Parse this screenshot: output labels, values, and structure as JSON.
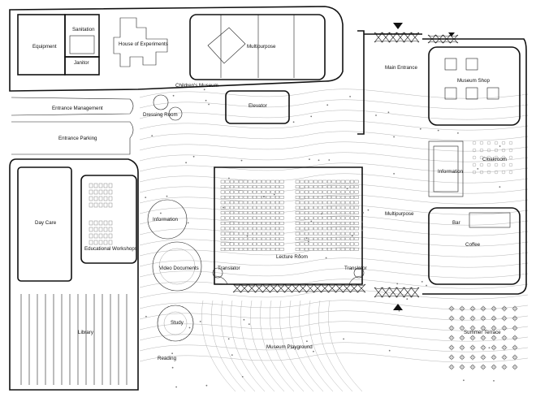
{
  "plan": {
    "rooms": {
      "equipment": "Equipment",
      "sanitation": "Sanitation",
      "janitor": "Janitor",
      "house_of_experiments": "House of Experiments",
      "multipurpose_top": "Multipurpose",
      "childrens_museum": "Children's Museum",
      "elevator": "Elevator",
      "dressing_room": "Dressing Room",
      "entrance_management": "Entrance Management",
      "entrance_parking": "Entrance Parking",
      "main_entrance": "Main Entrance",
      "museum_shop": "Museum Shop",
      "cloakroom": "Cloakroom",
      "information_right": "Information",
      "multipurpose_mid": "Multipurpose",
      "bar": "Bar",
      "coffee": "Coffee",
      "day_care": "Day Care",
      "educational_workshops": "Educational Workshops",
      "information_left": "Information",
      "video_documents": "Video Documents",
      "lecture_room": "Lecture Room",
      "translator_left": "Translator",
      "translator_right": "Translator",
      "library": "Library",
      "study": "Study",
      "reading": "Reading",
      "museum_playground": "Museum Playground",
      "summer_terrace": "Summer Terrace"
    }
  }
}
